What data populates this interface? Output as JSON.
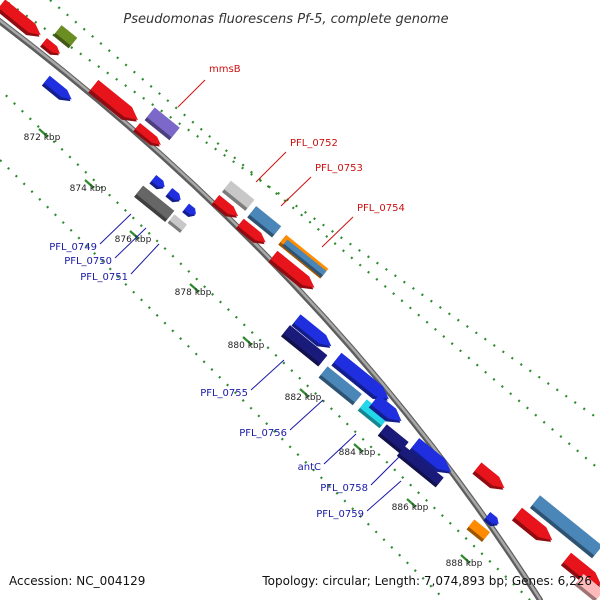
{
  "title": "Pseudomonas fluorescens Pf-5, complete genome",
  "footer": {
    "accession": "Accession: NC_004129",
    "summary": "Topology: circular; Length: 7,074,893 bp; Genes: 6,226"
  },
  "ticks": [
    "872 kbp",
    "874 kbp",
    "876 kbp",
    "878 kbp",
    "880 kbp",
    "882 kbp",
    "884 kbp",
    "886 kbp",
    "888 kbp"
  ],
  "gene_labels": [
    {
      "name": "mmsB",
      "color": "#cc1111"
    },
    {
      "name": "PFL_0752",
      "color": "#cc1111"
    },
    {
      "name": "PFL_0753",
      "color": "#cc1111"
    },
    {
      "name": "PFL_0754",
      "color": "#cc1111"
    },
    {
      "name": "PFL_0749",
      "color": "#1a1aa6"
    },
    {
      "name": "PFL_0750",
      "color": "#1a1aa6"
    },
    {
      "name": "PFL_0751",
      "color": "#1a1aa6"
    },
    {
      "name": "PFL_0755",
      "color": "#1a1aa6"
    },
    {
      "name": "PFL_0756",
      "color": "#1a1aa6"
    },
    {
      "name": "antC",
      "color": "#1a1aa6"
    },
    {
      "name": "PFL_0758",
      "color": "#1a1aa6"
    },
    {
      "name": "PFL_0759",
      "color": "#1a1aa6"
    }
  ],
  "colors": {
    "backbone": "#8a8a8a",
    "tick_green": "#2e8b2e",
    "red_feature": "#e8141b",
    "blue_feature": "#1f2fe0",
    "navy_feature": "#1a1a7a",
    "steel_feature": "#4a86b8",
    "gray_feature": "#666666",
    "lightgray_feature": "#c8c8c8",
    "orange_feature": "#ff8c00",
    "purple_feature": "#7b68c8",
    "olive_feature": "#6b8e23",
    "cyan_feature": "#22d8e8"
  }
}
